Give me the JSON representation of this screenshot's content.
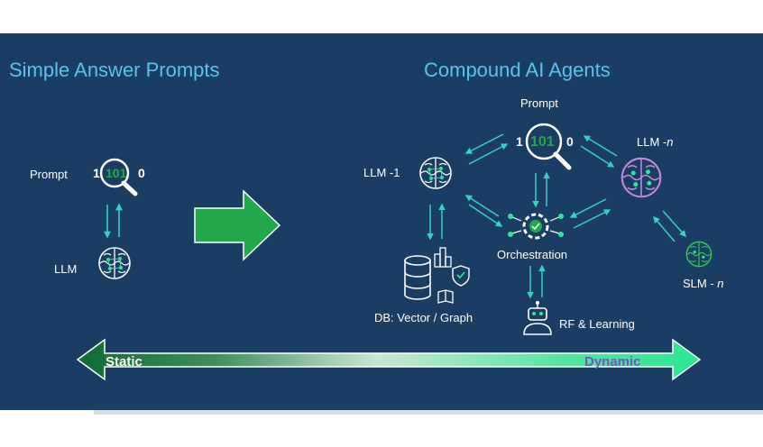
{
  "left_panel": {
    "title": "Simple Answer Prompts",
    "prompt_label": "Prompt",
    "llm_label": "LLM",
    "bits": {
      "left": "1",
      "middle": "101",
      "right": "0"
    }
  },
  "right_panel": {
    "title": "Compound AI Agents",
    "prompt_label": "Prompt",
    "llm1_label": "LLM -1",
    "llmn_label": "LLM -",
    "llmn_var": "n",
    "slm_label": "SLM - ",
    "slm_var": "n",
    "orchestration_label": "Orchestration",
    "db_label": "DB: Vector / Graph",
    "rf_label": "RF & Learning",
    "bits": {
      "left": "1",
      "middle": "101",
      "right": "0"
    }
  },
  "spectrum": {
    "start_label": "Static",
    "end_label": "Dynamic"
  },
  "colors": {
    "background": "#193d63",
    "accent_green": "#2ee89a",
    "bright_green": "#21a84a",
    "teal_arrow": "#35d3c0",
    "text": "#ffffff",
    "title_text": "#5bc3ea",
    "llmn_purple": "#c98bd8",
    "slm_green": "#35c954"
  },
  "icons": [
    "magnifier-icon",
    "brain-icon",
    "gear-icon",
    "database-icon",
    "robot-icon",
    "big-arrow-icon",
    "spectrum-arrow-icon"
  ]
}
